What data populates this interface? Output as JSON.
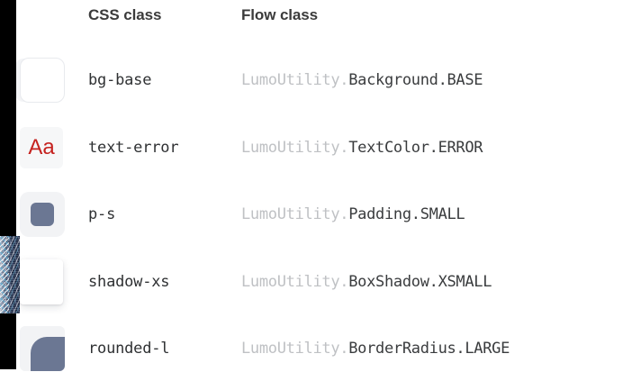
{
  "table": {
    "headers": {
      "preview": "",
      "css_class": "CSS class",
      "flow_class": "Flow class"
    },
    "rows": [
      {
        "preview_icon": "bg-base-swatch-icon",
        "css_class": "bg-base",
        "flow_namespace": "LumoUtility.",
        "flow_member": "Background.BASE"
      },
      {
        "preview_icon": "text-error-aa-icon",
        "preview_text": "Aa",
        "css_class": "text-error",
        "flow_namespace": "LumoUtility.",
        "flow_member": "TextColor.ERROR"
      },
      {
        "preview_icon": "padding-small-swatch-icon",
        "css_class": "p-s",
        "flow_namespace": "LumoUtility.",
        "flow_member": "Padding.SMALL"
      },
      {
        "preview_icon": "box-shadow-xsmall-swatch-icon",
        "css_class": "shadow-xs",
        "flow_namespace": "LumoUtility.",
        "flow_member": "BoxShadow.XSMALL"
      },
      {
        "preview_icon": "border-radius-large-swatch-icon",
        "css_class": "rounded-l",
        "flow_namespace": "LumoUtility.",
        "flow_member": "BorderRadius.LARGE"
      }
    ]
  },
  "colors": {
    "page_background": "#ffffff",
    "header_text": "#3b3b3b",
    "css_class_text": "#2f3133",
    "flow_namespace_text": "#bfc1c4",
    "flow_member_text": "#3a3c3e",
    "error_red": "#c5221f",
    "swatch_slate": "#6b7793",
    "swatch_plate": "#f2f3f5",
    "left_gutter": "#000000"
  }
}
